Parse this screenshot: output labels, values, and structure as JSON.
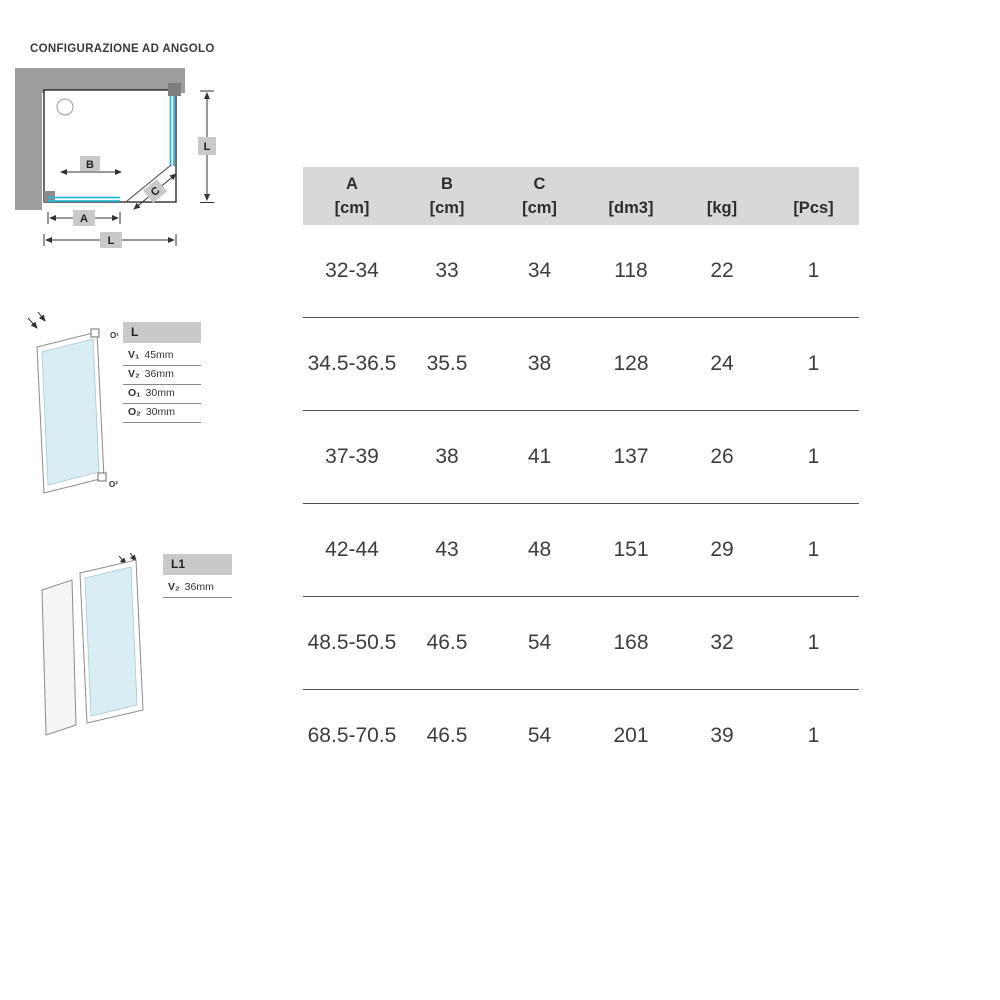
{
  "heading": "CONFIGURAZIONE AD ANGOLO",
  "colors": {
    "accent_cyan": "#29b8d8",
    "table_header_bg": "#d8d8d8",
    "label_box_bg": "#c9c9c9",
    "wall_gray": "#9d9d9d"
  },
  "corner_diagram": {
    "dim_a": "A",
    "dim_b": "B",
    "dim_c": "C",
    "dim_l_right": "L",
    "dim_l_bottom": "L"
  },
  "panel_l": {
    "title": "L",
    "marks": {
      "o1": "O¹",
      "o2": "O²"
    },
    "specs": [
      {
        "label": "V₁",
        "value": "45mm"
      },
      {
        "label": "V₂",
        "value": "36mm"
      },
      {
        "label": "O₁",
        "value": "30mm"
      },
      {
        "label": "O₂",
        "value": "30mm"
      }
    ]
  },
  "panel_l1": {
    "title": "L1",
    "specs": [
      {
        "label": "V₂",
        "value": "36mm"
      }
    ]
  },
  "table": {
    "headers": [
      {
        "top": "A",
        "bottom": "[cm]"
      },
      {
        "top": "B",
        "bottom": "[cm]"
      },
      {
        "top": "C",
        "bottom": "[cm]"
      },
      {
        "top": "",
        "bottom": "[dm3]"
      },
      {
        "top": "",
        "bottom": "[kg]"
      },
      {
        "top": "",
        "bottom": "[Pcs]"
      }
    ],
    "rows": [
      [
        "32-34",
        "33",
        "34",
        "118",
        "22",
        "1"
      ],
      [
        "34.5-36.5",
        "35.5",
        "38",
        "128",
        "24",
        "1"
      ],
      [
        "37-39",
        "38",
        "41",
        "137",
        "26",
        "1"
      ],
      [
        "42-44",
        "43",
        "48",
        "151",
        "29",
        "1"
      ],
      [
        "48.5-50.5",
        "46.5",
        "54",
        "168",
        "32",
        "1"
      ],
      [
        "68.5-70.5",
        "46.5",
        "54",
        "201",
        "39",
        "1"
      ]
    ]
  }
}
